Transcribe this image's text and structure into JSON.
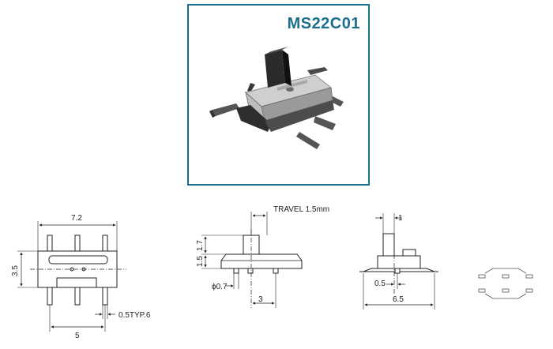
{
  "product": {
    "model": "MS22C01"
  },
  "top_view": {
    "width_label": "7.2",
    "height_label": "3.5",
    "pitch_label": "5",
    "pin_width_label": "0.5TYP.6"
  },
  "side_view": {
    "travel_label": "TRAVEL 1.5mm",
    "actuator_height_label": "1.5",
    "body_height_label": "1.7",
    "post_diameter_label": "ϕ0.7",
    "post_spacing_label": "3"
  },
  "end_view": {
    "actuator_width_label": "1",
    "offset_label": "0.5",
    "span_label": "6.5"
  },
  "schematic": {
    "icon": "switch-circuit-symbol"
  }
}
